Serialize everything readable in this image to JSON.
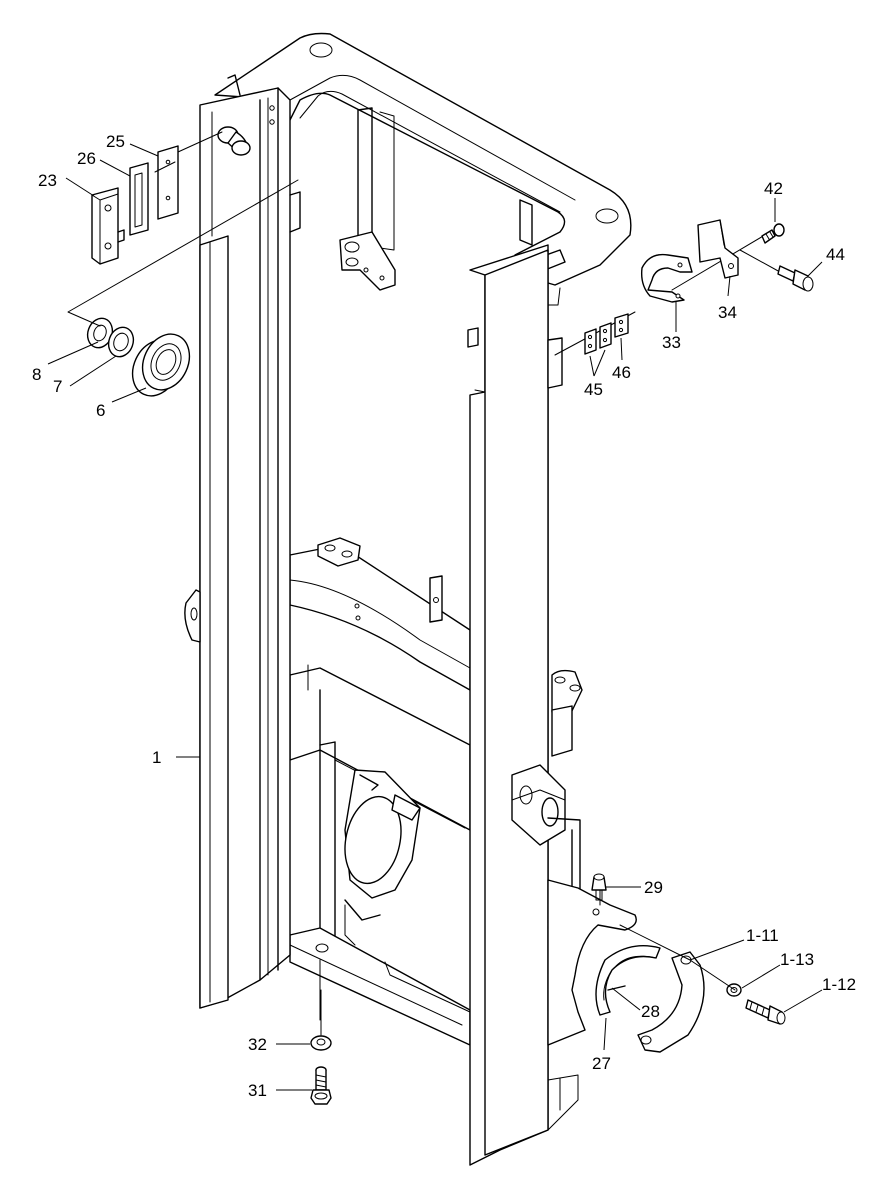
{
  "labels": {
    "p1": "1",
    "p1_11": "1-11",
    "p1_12": "1-12",
    "p1_13": "1-13",
    "p6": "6",
    "p7": "7",
    "p8": "8",
    "p23": "23",
    "p25": "25",
    "p26": "26",
    "p27": "27",
    "p28": "28",
    "p29": "29",
    "p31": "31",
    "p32": "32",
    "p33": "33",
    "p34": "34",
    "p42": "42",
    "p44": "44",
    "p45": "45",
    "p46": "46"
  }
}
